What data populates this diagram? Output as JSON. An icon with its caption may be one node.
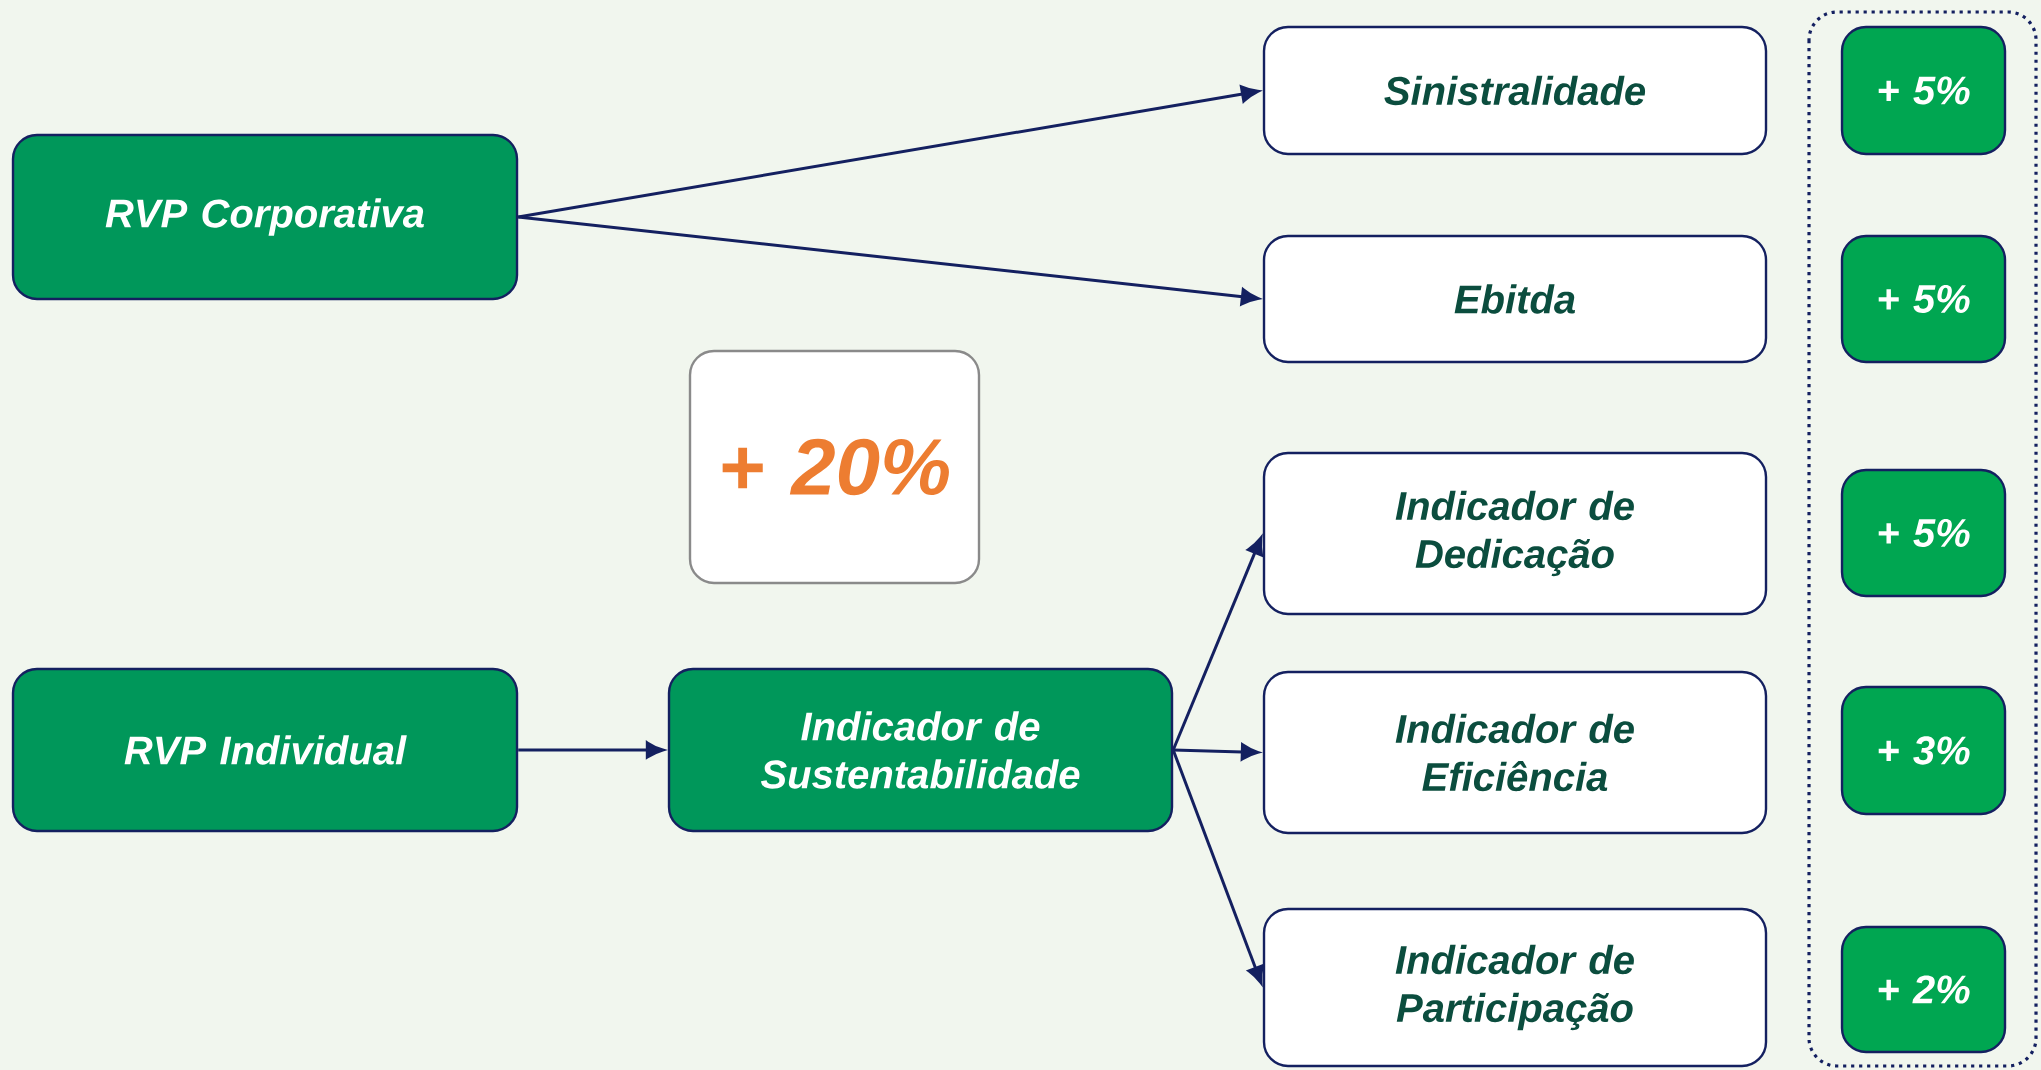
{
  "diagram": {
    "nodes": [
      {
        "text": [
          "RVP Corporativa"
        ]
      },
      {
        "text": [
          "Sinistralidade"
        ]
      },
      {
        "text": [
          "+ 5%"
        ]
      },
      {
        "text": [
          "Ebitda"
        ]
      },
      {
        "text": [
          "+ 5%"
        ]
      },
      {
        "text": [
          "+ 20%"
        ]
      },
      {
        "text": [
          "Indicador de Dedicação"
        ]
      },
      {
        "text": [
          "+ 5%"
        ]
      },
      {
        "text": [
          "RVP Individual"
        ]
      },
      {
        "text": [
          "Indicador de Sustentabilidade"
        ]
      },
      {
        "text": [
          "Indicador de Eficiência"
        ]
      },
      {
        "text": [
          "+ 3%"
        ]
      },
      {
        "text": [
          "Indicador de Participação"
        ]
      },
      {
        "text": [
          "+ 2%"
        ]
      }
    ],
    "edges": [
      {
        "from": 0,
        "to": 1,
        "arrow": "to"
      },
      {
        "from": 0,
        "to": 3,
        "arrow": "to"
      },
      {
        "from": 8,
        "to": 9,
        "arrow": "to"
      },
      {
        "from": 9,
        "to": 6,
        "arrow": "to"
      },
      {
        "from": 9,
        "to": 10,
        "arrow": "to"
      },
      {
        "from": 9,
        "to": 12,
        "arrow": "to"
      }
    ]
  }
}
